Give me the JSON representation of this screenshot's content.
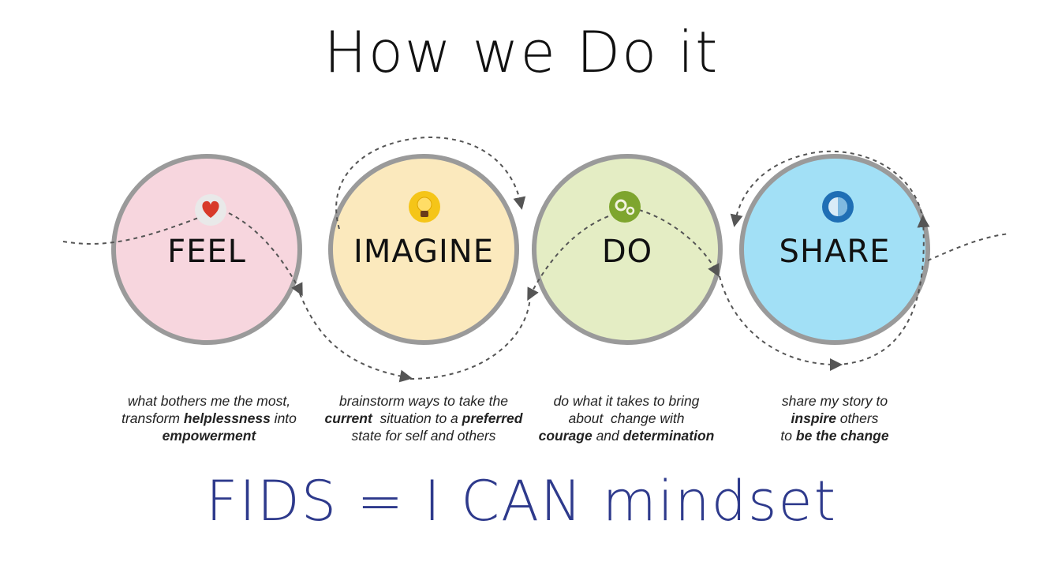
{
  "title": "How we Do it",
  "steps": [
    {
      "label": "FEEL",
      "icon": "heart-icon",
      "fill": "#f7d6de",
      "desc": [
        [
          {
            "t": "what bothers me the most,",
            "b": false
          }
        ],
        [
          {
            "t": "transform ",
            "b": false
          },
          {
            "t": "helplessness",
            "b": true
          },
          {
            "t": " into",
            "b": false
          }
        ],
        [
          {
            "t": "empowerment",
            "b": true
          }
        ]
      ]
    },
    {
      "label": "IMAGINE",
      "icon": "lightbulb-icon",
      "fill": "#fbe9bd",
      "desc": [
        [
          {
            "t": "brainstorm ways to take the",
            "b": false
          }
        ],
        [
          {
            "t": "current",
            "b": true
          },
          {
            "t": "  situation to a ",
            "b": false
          },
          {
            "t": "preferred",
            "b": true
          }
        ],
        [
          {
            "t": "state for self and others",
            "b": false
          }
        ]
      ]
    },
    {
      "label": "DO",
      "icon": "gears-icon",
      "fill": "#e4edc4",
      "desc": [
        [
          {
            "t": "do what it takes to bring",
            "b": false
          }
        ],
        [
          {
            "t": "about  change with",
            "b": false
          }
        ],
        [
          {
            "t": "courage",
            "b": true
          },
          {
            "t": " and ",
            "b": false
          },
          {
            "t": "determination",
            "b": true
          }
        ]
      ]
    },
    {
      "label": "SHARE",
      "icon": "globe-icon",
      "fill": "#a2e0f6",
      "desc": [
        [
          {
            "t": "share my story to",
            "b": false
          }
        ],
        [
          {
            "t": "inspire",
            "b": true
          },
          {
            "t": " others",
            "b": false
          }
        ],
        [
          {
            "t": "to ",
            "b": false
          },
          {
            "t": "be the change",
            "b": true
          }
        ]
      ]
    }
  ],
  "tagline": "FIDS = I CAN mindset",
  "colors": {
    "ring": "#9a9a9a",
    "arrow": "#555555",
    "tagline": "#2e3a8c"
  }
}
